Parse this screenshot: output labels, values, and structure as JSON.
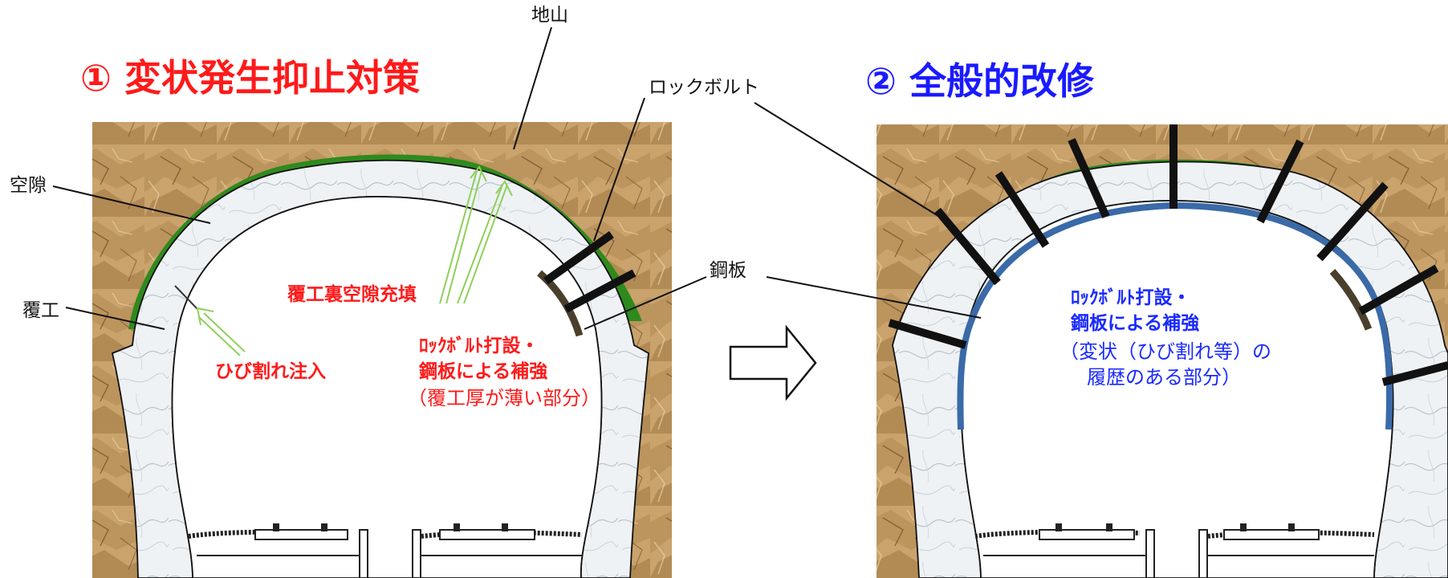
{
  "panel1": {
    "title": "① 変状発生抑止対策",
    "labels": {
      "jiyama": "地山",
      "rockbolt": "ロックボルト",
      "kuugeki": "空隙",
      "fukkou": "覆工",
      "kouban": "鋼板",
      "fill": "覆工裏空隙充填",
      "crack": "ひび割れ注入",
      "measure_line1": "ﾛｯｸﾎﾞﾙﾄ打設・",
      "measure_line2": "鋼板による補強",
      "measure_line3": "（覆工厚が薄い部分）"
    }
  },
  "panel2": {
    "title": "② 全般的改修",
    "labels": {
      "measure_line1": "ﾛｯｸﾎﾞﾙﾄ打設・",
      "measure_line2": "鋼板による補強",
      "measure_line3": "（変状（ひび割れ等）の",
      "measure_line4": "履歴のある部分）"
    }
  },
  "colors": {
    "title1": "#ff1a1a",
    "title2": "#1a1aff",
    "rock": "#c8a06a",
    "lining": "#e9eef2",
    "void_fill": "#2f8a1d",
    "steel_plate_1": "#4a3f2a",
    "steel_plate_2": "#3a6aa8",
    "bolt": "#111111",
    "arrow": "#ffffff"
  },
  "icons": {
    "arrow": "right-outline-arrow-icon"
  }
}
